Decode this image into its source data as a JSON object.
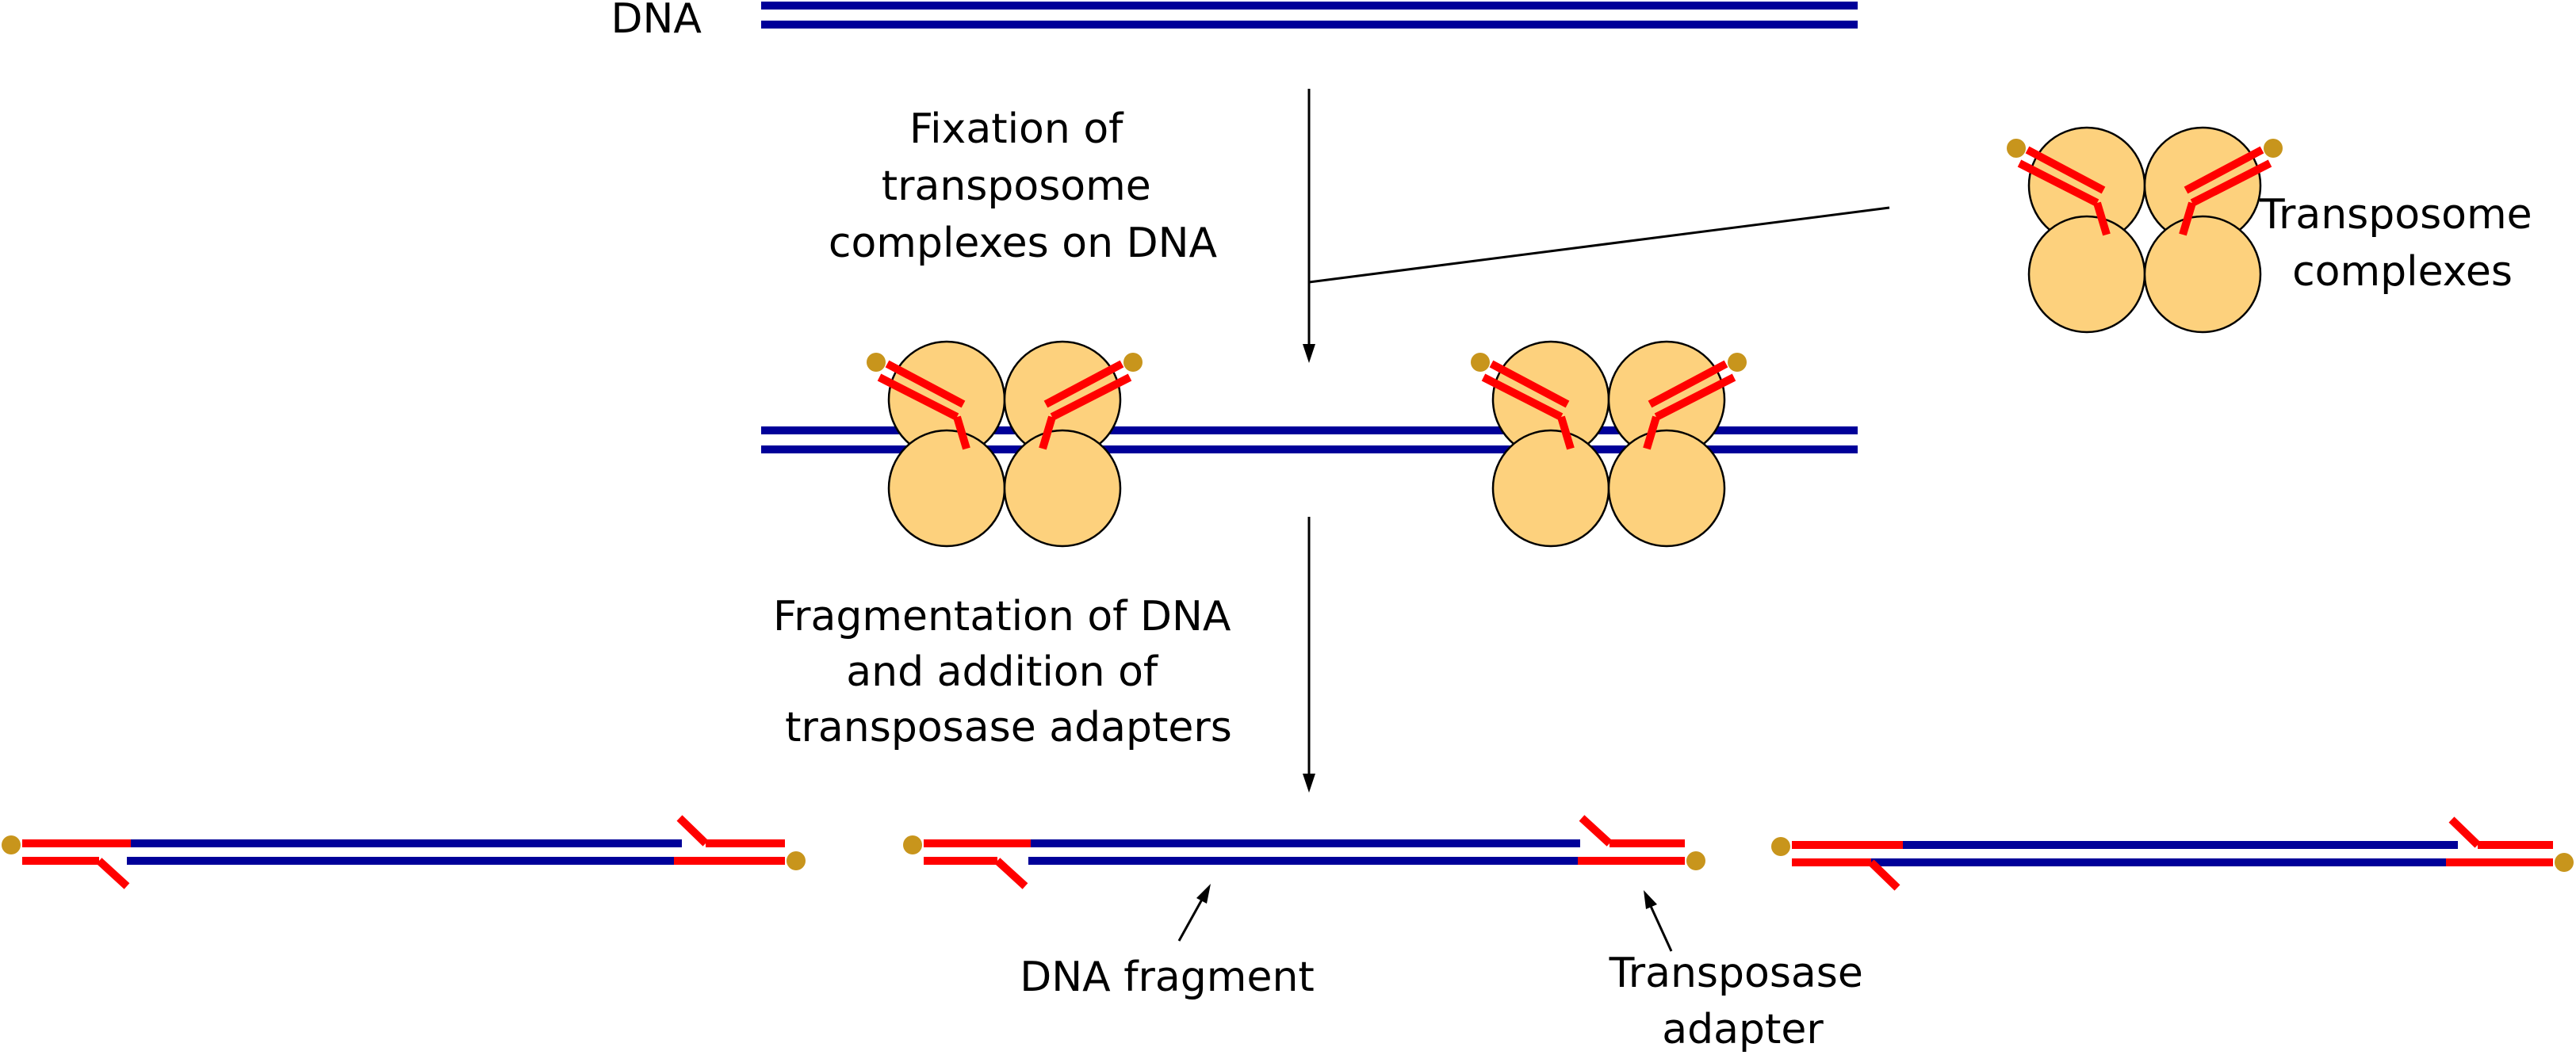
{
  "labels": {
    "dna": "DNA",
    "fixation": [
      "Fixation of",
      "transposome",
      "complexes on DNA"
    ],
    "transposome": [
      "Transposome",
      "complexes"
    ],
    "fragmentation": [
      "Fragmentation of DNA",
      "and addition of",
      "transposase adapters"
    ],
    "dna_fragment": "DNA fragment",
    "adapter": [
      "Transposase",
      "adapter"
    ]
  },
  "colors": {
    "dna_strand": "#000099",
    "adapter": "#ff0000",
    "bead": "#c8951c",
    "protein_fill": "#fdd17d",
    "protein_stroke": "#000000",
    "text": "#000000"
  }
}
